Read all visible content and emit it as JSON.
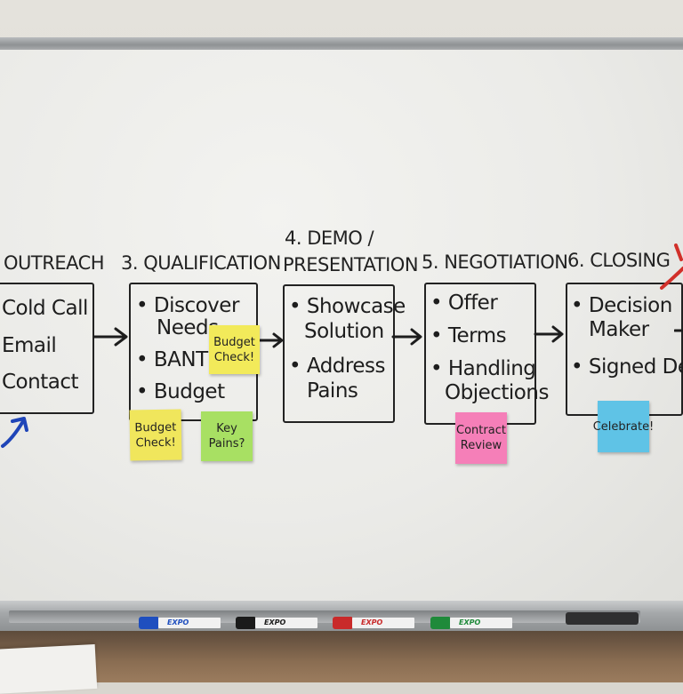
{
  "stages": [
    {
      "title": "OUTREACH",
      "items": [
        "Cold Call",
        "Email",
        "Contact"
      ]
    },
    {
      "title": "3. QUALIFICATION",
      "items": [
        "• Discover",
        "Needs",
        "• BANT",
        "• Budget"
      ]
    },
    {
      "title_line1": "4. DEMO /",
      "title_line2": "PRESENTATION",
      "items": [
        "• Showcase",
        "Solution",
        "• Address",
        "Pains"
      ]
    },
    {
      "title": "5. NEGOTIATION",
      "items": [
        "• Offer",
        "• Terms",
        "• Handling",
        "Objections"
      ]
    },
    {
      "title": "6. CLOSING",
      "items": [
        "• Decision",
        "Maker",
        "• Signed Deal"
      ]
    }
  ],
  "notes": {
    "budget_check_yellow": {
      "line1": "Budget",
      "line2": "Check!",
      "color": "#f2ea5a"
    },
    "budget_check_bottom": {
      "line1": "Budget",
      "line2": "Check!",
      "color": "#f0e65c"
    },
    "key_pains": {
      "line1": "Key",
      "line2": "Pains?",
      "color": "#a8e063"
    },
    "contract_review": {
      "line1": "Contract",
      "line2": "Review",
      "color": "#f57fb8"
    },
    "celebrate": {
      "line1": "Celebrate!",
      "color": "#5fc3e6"
    }
  },
  "markers": [
    {
      "brand": "EXPO",
      "color": "#1f4fbf"
    },
    {
      "brand": "EXPO",
      "color": "#1b1b1b"
    },
    {
      "brand": "EXPO",
      "color": "#c92a2a"
    },
    {
      "brand": "EXPO",
      "color": "#1f8a3a"
    }
  ]
}
